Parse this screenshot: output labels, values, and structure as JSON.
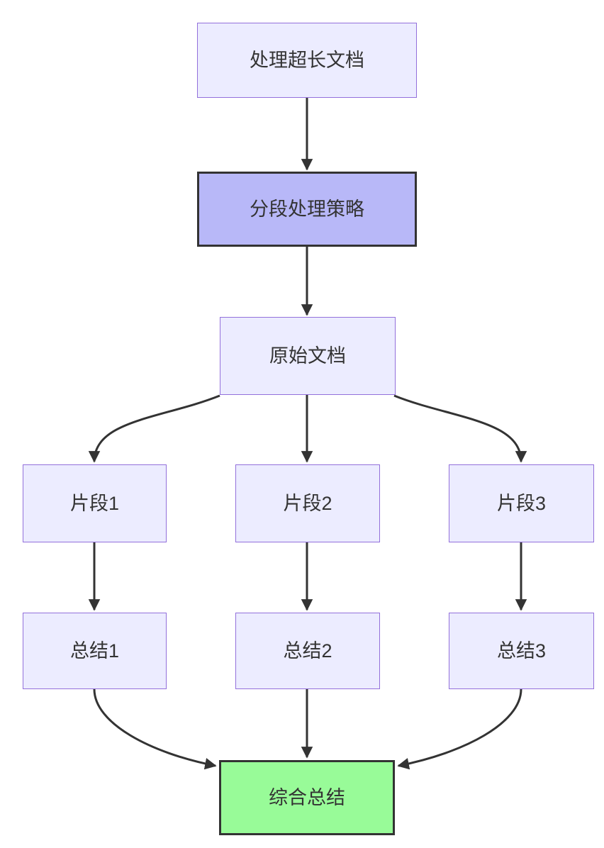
{
  "diagram": {
    "type": "flowchart",
    "direction": "top-down",
    "nodes": [
      {
        "id": "A",
        "label": "处理超长文档",
        "style": "default"
      },
      {
        "id": "B",
        "label": "分段处理策略",
        "style": "emphasis"
      },
      {
        "id": "C",
        "label": "原始文档",
        "style": "default"
      },
      {
        "id": "D1",
        "label": "片段1",
        "style": "default"
      },
      {
        "id": "D2",
        "label": "片段2",
        "style": "default"
      },
      {
        "id": "D3",
        "label": "片段3",
        "style": "default"
      },
      {
        "id": "E1",
        "label": "总结1",
        "style": "default"
      },
      {
        "id": "E2",
        "label": "总结2",
        "style": "default"
      },
      {
        "id": "E3",
        "label": "总结3",
        "style": "default"
      },
      {
        "id": "F",
        "label": "综合总结",
        "style": "success"
      }
    ],
    "edges": [
      {
        "from": "A",
        "to": "B"
      },
      {
        "from": "B",
        "to": "C"
      },
      {
        "from": "C",
        "to": "D1"
      },
      {
        "from": "C",
        "to": "D2"
      },
      {
        "from": "C",
        "to": "D3"
      },
      {
        "from": "D1",
        "to": "E1"
      },
      {
        "from": "D2",
        "to": "E2"
      },
      {
        "from": "D3",
        "to": "E3"
      },
      {
        "from": "E1",
        "to": "F"
      },
      {
        "from": "E2",
        "to": "F"
      },
      {
        "from": "E3",
        "to": "F"
      }
    ],
    "colors": {
      "node_fill": "#ECECFF",
      "node_border": "#9370DB",
      "emphasis_fill": "#B8B8F8",
      "success_fill": "#98FB98",
      "dark_border": "#333333",
      "edge_stroke": "#333333",
      "text": "#333333",
      "background": "#ffffff"
    }
  }
}
